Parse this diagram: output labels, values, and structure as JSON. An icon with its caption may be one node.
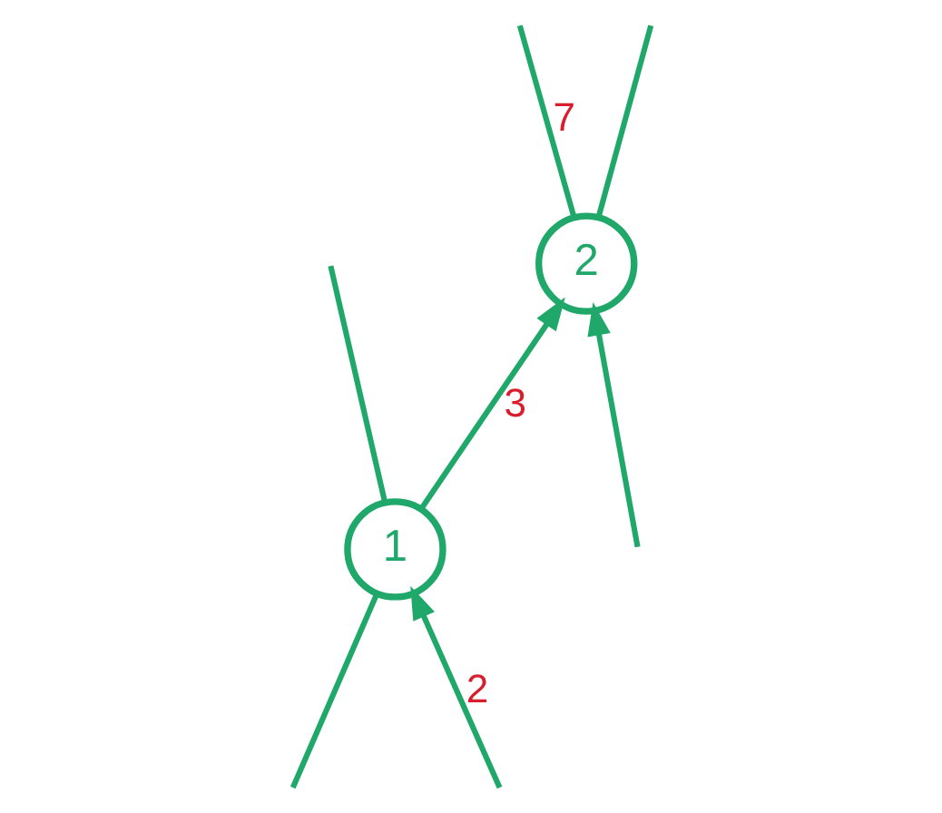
{
  "diagram": {
    "nodes": [
      {
        "text": [
          "2"
        ]
      },
      {
        "text": [
          "1"
        ]
      }
    ],
    "edges": [
      {
        "from": 1,
        "to": 0,
        "arrow": "to",
        "label": "3"
      },
      {
        "from": null,
        "to": 0,
        "arrow": "to"
      },
      {
        "from": 0,
        "to": null,
        "arrow": "none",
        "label": "7"
      },
      {
        "from": 0,
        "to": null,
        "arrow": "none"
      },
      {
        "from": 1,
        "to": null,
        "arrow": "none"
      },
      {
        "from": null,
        "to": 1,
        "arrow": "none"
      },
      {
        "from": null,
        "to": 1,
        "arrow": "to",
        "label": "2"
      }
    ]
  }
}
